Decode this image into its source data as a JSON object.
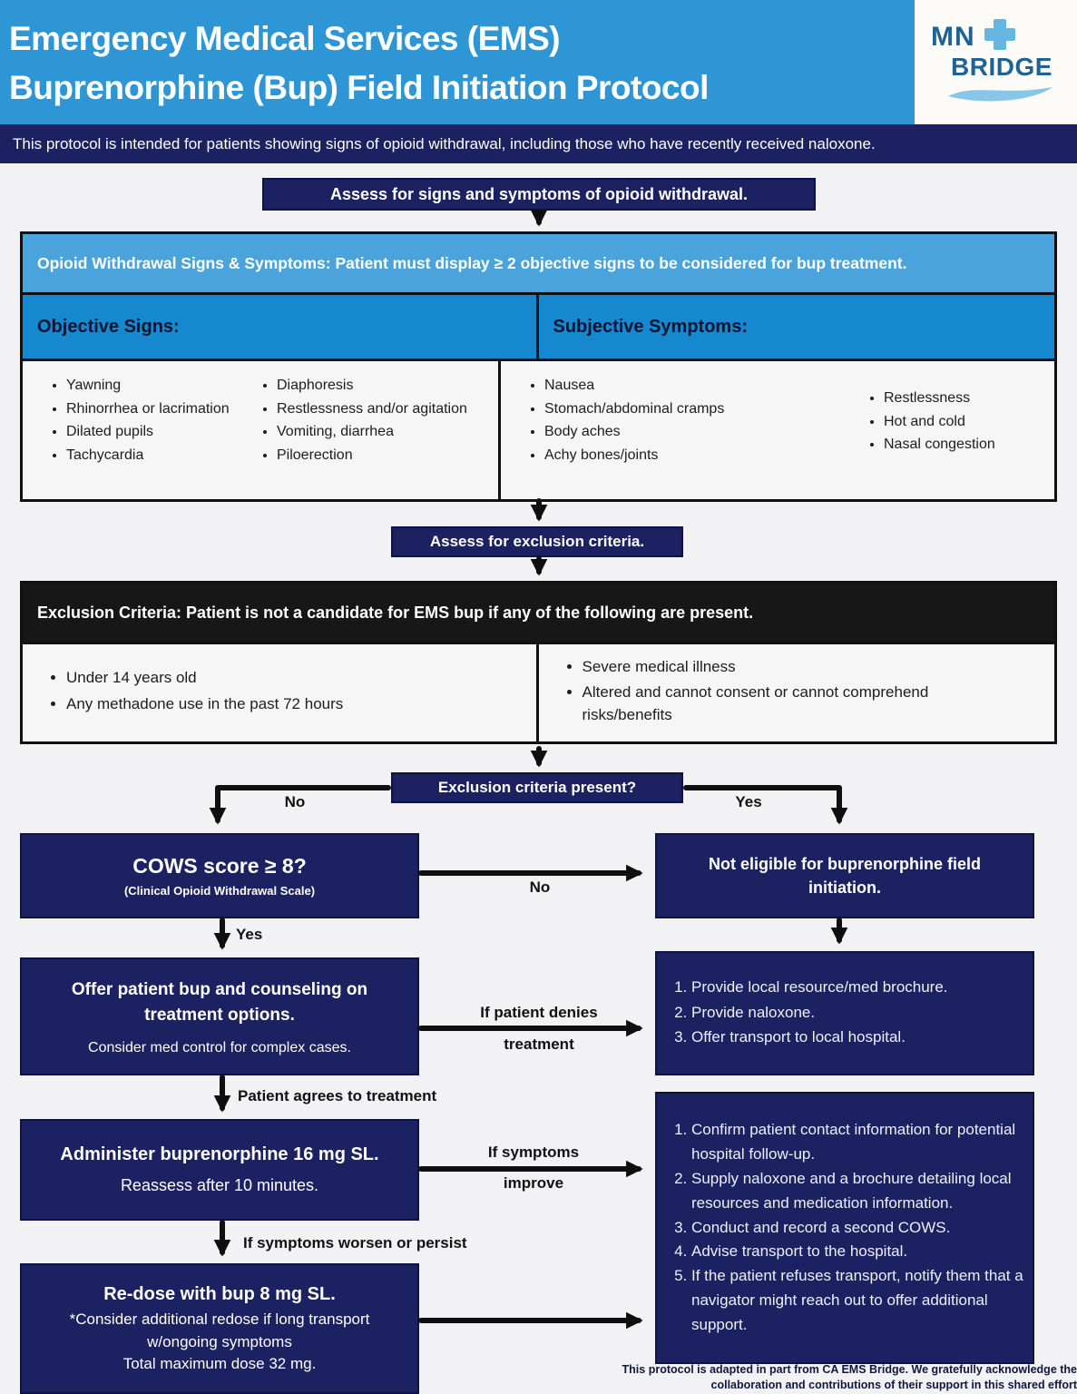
{
  "header": {
    "title_line1": "Emergency Medical Services (EMS)",
    "title_line2": "Buprenorphine (Bup) Field Initiation Protocol",
    "subtitle": "This protocol is intended for patients showing signs of opioid withdrawal, including those who have recently received naloxone.",
    "logo": {
      "line1": "MN",
      "line2": "BRIDGE"
    }
  },
  "colors": {
    "header_blue": "#2e96d5",
    "navy": "#1b2161",
    "table_header_blue": "#4ba3db",
    "table_subheader_blue": "#1588cf",
    "exclusion_black": "#171717",
    "page_bg": "#f2f2f4"
  },
  "flow": {
    "step1": "Assess for signs and symptoms of opioid withdrawal.",
    "withdrawal_table": {
      "header": "Opioid Withdrawal Signs & Symptoms: Patient must display ≥ 2 objective signs to be considered for bup treatment.",
      "objective": {
        "title": "Objective Signs:",
        "col1": [
          "Yawning",
          "Rhinorrhea or lacrimation",
          "Dilated pupils",
          "Tachycardia"
        ],
        "col2": [
          "Diaphoresis",
          "Restlessness and/or agitation",
          "Vomiting, diarrhea",
          "Piloerection"
        ]
      },
      "subjective": {
        "title": "Subjective Symptoms:",
        "col1": [
          "Nausea",
          "Stomach/abdominal cramps",
          "Body aches",
          "Achy bones/joints"
        ],
        "col2": [
          "Restlessness",
          "Hot and cold",
          "Nasal congestion"
        ]
      }
    },
    "step2": "Assess for exclusion criteria.",
    "exclusion_table": {
      "header": "Exclusion Criteria: Patient is not a candidate for EMS bup if any of the following are present.",
      "col1": [
        "Under 14 years old",
        "Any methadone use in the past 72 hours"
      ],
      "col2": [
        "Severe medical illness",
        "Altered and cannot consent or cannot comprehend risks/benefits"
      ]
    },
    "decision": "Exclusion criteria present?",
    "labels": {
      "branch_no": "No",
      "branch_yes": "Yes",
      "cows_no": "No",
      "cows_yes": "Yes",
      "denies_line1": "If patient denies",
      "denies_line2": "treatment",
      "agrees": "Patient agrees to treatment",
      "improve_line1": "If symptoms",
      "improve_line2": "improve",
      "worsen": "If symptoms worsen or persist"
    },
    "cows_box": {
      "title": "COWS score ≥ 8?",
      "subtitle": "(Clinical Opioid Withdrawal Scale)"
    },
    "not_eligible": "Not eligible for buprenorphine field initiation.",
    "offer_box": {
      "title": "Offer patient bup and counseling on treatment options.",
      "subtitle": "Consider med control for complex cases."
    },
    "deny_steps": [
      "Provide local resource/med brochure.",
      "Provide naloxone.",
      "Offer transport to local hospital."
    ],
    "administer_box": {
      "title": "Administer buprenorphine 16 mg SL.",
      "subtitle": "Reassess after 10 minutes."
    },
    "improve_steps": [
      "Confirm patient contact information for potential hospital follow-up.",
      "Supply naloxone and a brochure detailing local resources and medication information.",
      "Conduct and record a second COWS.",
      "Advise transport to the hospital.",
      "If the patient refuses transport, notify them that a navigator might reach out to offer additional support."
    ],
    "redose_box": {
      "title": "Re-dose with bup 8 mg SL.",
      "line2": "*Consider additional redose if long transport w/ongoing symptoms",
      "line3": "Total maximum dose 32 mg."
    }
  },
  "footer": {
    "line1": "This protocol is adapted in part from CA EMS Bridge. We gratefully acknowledge the",
    "line2": "collaboration and contributions of their support in this shared effort"
  }
}
